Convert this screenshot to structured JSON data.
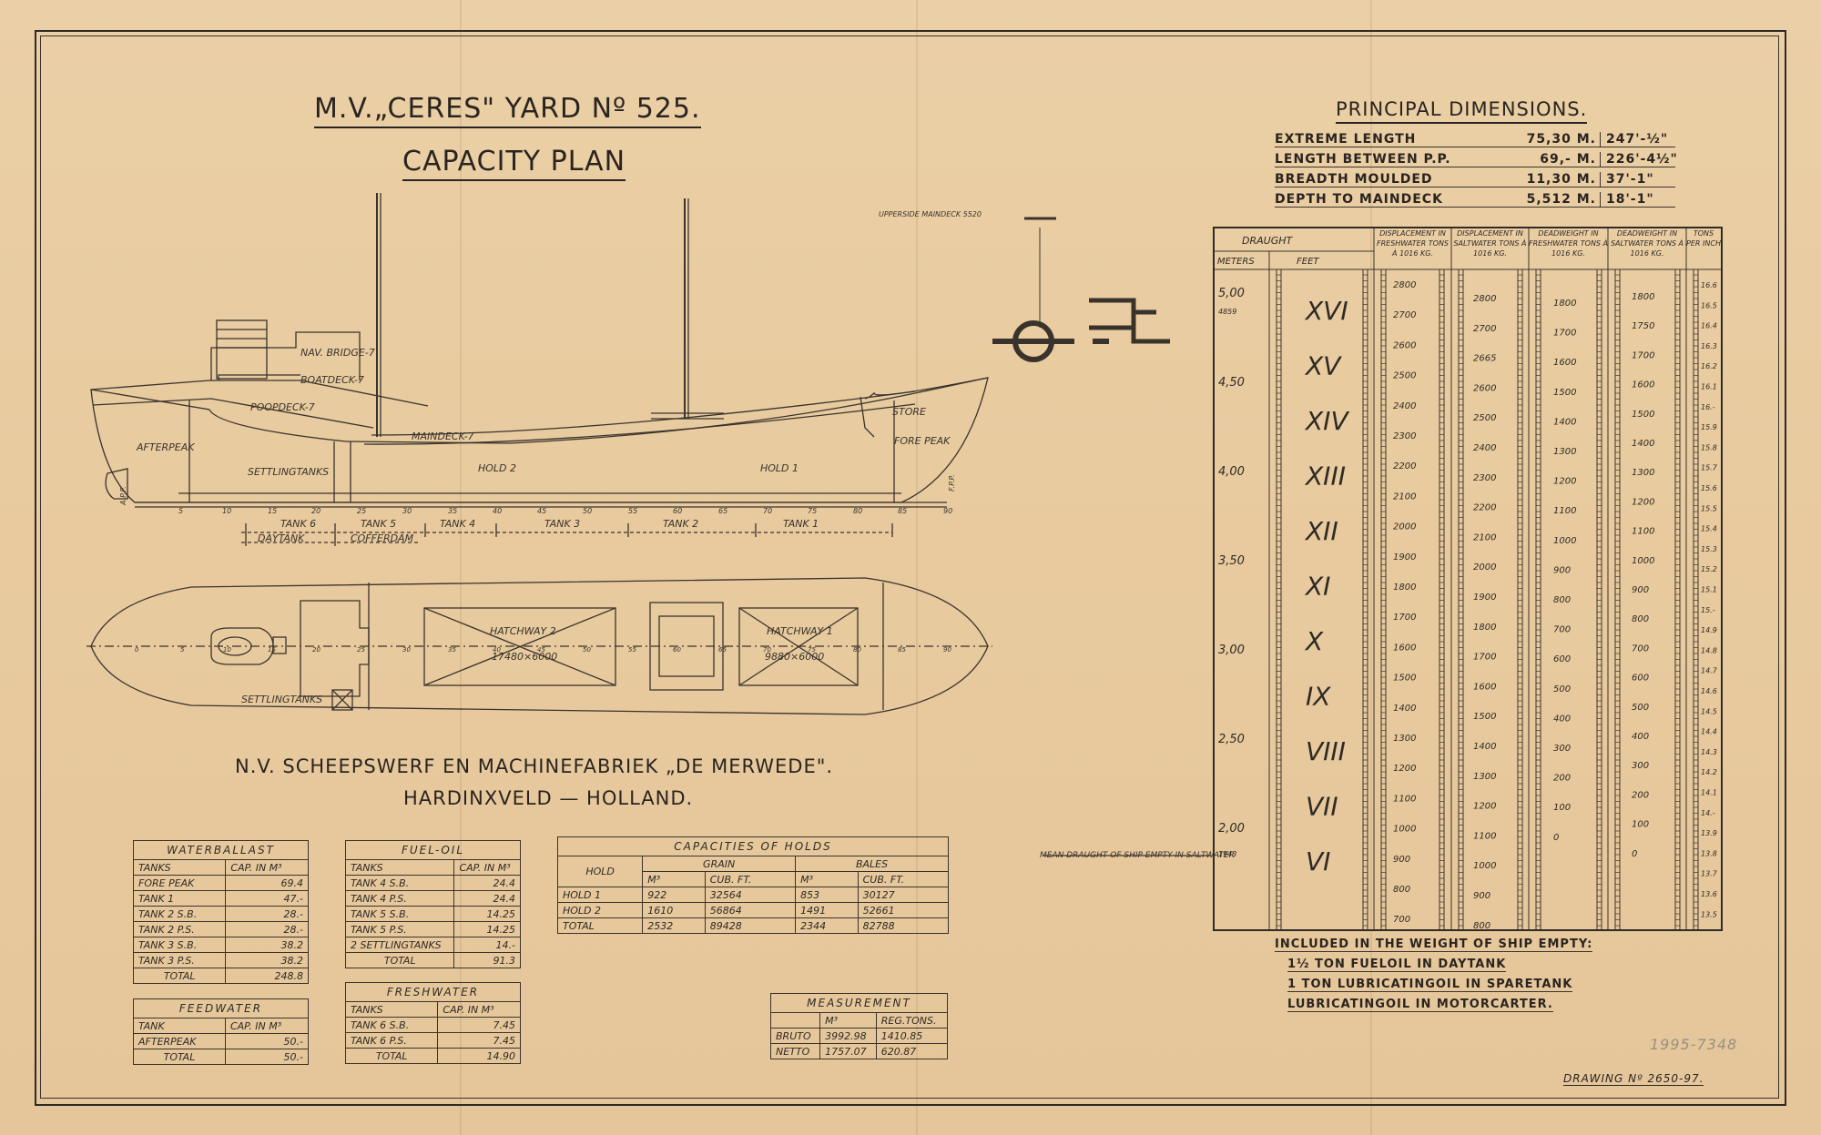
{
  "header": {
    "title": "M.V.„CERES\" YARD Nº 525.",
    "subtitle": "CAPACITY PLAN"
  },
  "builder": {
    "line1": "N.V. SCHEEPSWERF EN MACHINEFABRIEK „DE MERWEDE\".",
    "line2": "HARDINXVELD — HOLLAND."
  },
  "principal": {
    "title": "PRINCIPAL DIMENSIONS.",
    "rows": [
      {
        "label": "EXTREME LENGTH",
        "metric": "75,30 M.",
        "imperial": "247'-½\""
      },
      {
        "label": "LENGTH BETWEEN P.P.",
        "metric": "69,- M.",
        "imperial": "226'-4½\""
      },
      {
        "label": "BREADTH MOULDED",
        "metric": "11,30 M.",
        "imperial": "37'-1\""
      },
      {
        "label": "DEPTH TO MAINDECK",
        "metric": "5,512 M.",
        "imperial": "18'-1\""
      }
    ]
  },
  "profile_labels": {
    "nav_bridge": "NAV. BRIDGE-7",
    "boatdeck": "BOATDECK-7",
    "poopdeck": "POOPDECK-7",
    "maindeck": "MAINDECK-7",
    "store": "STORE",
    "forepeak": "FORE PEAK",
    "afterpeak": "AFTERPEAK",
    "settling": "SETTLINGTANKS",
    "hold2": "HOLD 2",
    "hold1": "HOLD 1",
    "tank6": "TANK 6",
    "tank5": "TANK 5",
    "tank4": "TANK 4",
    "tank3": "TANK 3",
    "tank2": "TANK 2",
    "tank1": "TANK 1",
    "daytank": "DAYTANK",
    "cofferdam": "COFFERDAM",
    "app": "A.P.P.",
    "fpp": "F.P.P.",
    "upperside": "UPPERSIDE MAINDECK 5520",
    "frames": [
      "5",
      "10",
      "15",
      "20",
      "25",
      "30",
      "35",
      "40",
      "45",
      "50",
      "55",
      "60",
      "65",
      "70",
      "75",
      "80",
      "85",
      "90"
    ]
  },
  "plan_labels": {
    "hatch2": "HATCHWAY 2",
    "hatch2_size": "17480×6000",
    "hatch1": "HATCHWAY 1",
    "hatch1_size": "9880×6000",
    "settling": "SETTLINGTANKS",
    "frames": [
      "0",
      "5",
      "10",
      "15",
      "20",
      "25",
      "30",
      "35",
      "40",
      "45",
      "50",
      "55",
      "60",
      "65",
      "70",
      "75",
      "80",
      "85",
      "90"
    ]
  },
  "waterballast": {
    "title": "WATERBALLAST",
    "col1": "TANKS",
    "col2": "CAP. IN M³",
    "rows": [
      [
        "FORE PEAK",
        "69.4"
      ],
      [
        "TANK 1",
        "47.-"
      ],
      [
        "TANK 2 S.B.",
        "28.-"
      ],
      [
        "TANK 2 P.S.",
        "28.-"
      ],
      [
        "TANK 3 S.B.",
        "38.2"
      ],
      [
        "TANK 3 P.S.",
        "38.2"
      ]
    ],
    "total_label": "TOTAL",
    "total": "248.8"
  },
  "fueloil": {
    "title": "FUEL-OIL",
    "col1": "TANKS",
    "col2": "CAP. IN M³",
    "rows": [
      [
        "TANK 4 S.B.",
        "24.4"
      ],
      [
        "TANK 4 P.S.",
        "24.4"
      ],
      [
        "TANK 5 S.B.",
        "14.25"
      ],
      [
        "TANK 5 P.S.",
        "14.25"
      ],
      [
        "2 SETTLINGTANKS",
        "14.-"
      ]
    ],
    "total_label": "TOTAL",
    "total": "91.3"
  },
  "holds": {
    "title": "CAPACITIES OF HOLDS",
    "hold": "HOLD",
    "grain": "GRAIN",
    "bales": "BALES",
    "m3": "M³",
    "cuft": "CUB. FT.",
    "rows": [
      [
        "HOLD 1",
        "922",
        "32564",
        "853",
        "30127"
      ],
      [
        "HOLD 2",
        "1610",
        "56864",
        "1491",
        "52661"
      ],
      [
        "TOTAL",
        "2532",
        "89428",
        "2344",
        "82788"
      ]
    ]
  },
  "feedwater": {
    "title": "FEEDWATER",
    "col1": "TANK",
    "col2": "CAP. IN M³",
    "rows": [
      [
        "AFTERPEAK",
        "50.-"
      ]
    ],
    "total_label": "TOTAL",
    "total": "50.-"
  },
  "freshwater": {
    "title": "FRESHWATER",
    "col1": "TANKS",
    "col2": "CAP. IN M³",
    "rows": [
      [
        "TANK 6 S.B.",
        "7.45"
      ],
      [
        "TANK 6 P.S.",
        "7.45"
      ]
    ],
    "total_label": "TOTAL",
    "total": "14.90"
  },
  "measurement": {
    "title": "MEASUREMENT",
    "m3": "M³",
    "regtons": "REG.TONS.",
    "rows": [
      [
        "BRUTO",
        "3992.98",
        "1410.85"
      ],
      [
        "NETTO",
        "1757.07",
        "620.87"
      ]
    ]
  },
  "scale": {
    "draught": "DRAUGHT",
    "meters": "METERS",
    "feet": "FEET",
    "h_disp_fresh": "DISPLACEMENT IN FRESHWATER TONS À 1016 KG.",
    "h_disp_salt": "DISPLACEMENT IN SALTWATER TONS À 1016 KG.",
    "h_dw_fresh": "DEADWEIGHT IN FRESHWATER TONS À 1016 KG.",
    "h_dw_salt": "DEADWEIGHT IN SALTWATER TONS À 1016 KG.",
    "h_tpi": "TONS PER INCH",
    "meter_marks": [
      "5,00",
      "4,50",
      "4,00",
      "3,50",
      "3,00",
      "2,50",
      "2,00"
    ],
    "meter_extra": [
      "4859",
      "1943"
    ],
    "feet_marks": [
      "XVI",
      "XV",
      "XIV",
      "XIII",
      "XII",
      "XI",
      "X",
      "IX",
      "VIII",
      "VII",
      "VI"
    ],
    "disp_fresh": [
      "2800",
      "2700",
      "2600",
      "2500",
      "2400",
      "2300",
      "2200",
      "2100",
      "2000",
      "1900",
      "1800",
      "1700",
      "1600",
      "1500",
      "1400",
      "1300",
      "1200",
      "1100",
      "1000",
      "900",
      "800",
      "700"
    ],
    "disp_salt": [
      "2800",
      "2700",
      "2665",
      "2600",
      "2500",
      "2400",
      "2300",
      "2200",
      "2100",
      "2000",
      "1900",
      "1800",
      "1700",
      "1600",
      "1500",
      "1400",
      "1300",
      "1200",
      "1100",
      "1000",
      "900",
      "800"
    ],
    "dw_fresh": [
      "1800",
      "1700",
      "1600",
      "1500",
      "1400",
      "1300",
      "1200",
      "1100",
      "1000",
      "900",
      "800",
      "700",
      "600",
      "500",
      "400",
      "300",
      "200",
      "100",
      "0"
    ],
    "dw_salt": [
      "1800",
      "1750",
      "1700",
      "1600",
      "1500",
      "1400",
      "1300",
      "1200",
      "1100",
      "1000",
      "900",
      "800",
      "700",
      "600",
      "500",
      "400",
      "300",
      "200",
      "100",
      "0"
    ],
    "tpi": [
      "16.6",
      "16.5",
      "16.4",
      "16.3",
      "16.2",
      "16.1",
      "16.-",
      "15.9",
      "15.8",
      "15.7",
      "15.6",
      "15.5",
      "15.4",
      "15.3",
      "15.2",
      "15.1",
      "15.-",
      "14.9",
      "14.8",
      "14.7",
      "14.6",
      "14.5",
      "14.4",
      "14.3",
      "14.2",
      "14.1",
      "14.-",
      "13.9",
      "13.8",
      "13.7",
      "13.6",
      "13.5"
    ],
    "mean_draught": "MEAN DRAUGHT OF SHIP EMPTY IN SALTWATER"
  },
  "included": {
    "title": "INCLUDED IN THE WEIGHT OF SHIP EMPTY:",
    "lines": [
      "1½ TON FUELOIL IN DAYTANK",
      "1 TON LUBRICATINGOIL IN SPARETANK",
      "LUBRICATINGOIL IN MOTORCARTER."
    ]
  },
  "drawing_no": "DRAWING Nº 2650-97.",
  "archive_no": "1995-7348"
}
